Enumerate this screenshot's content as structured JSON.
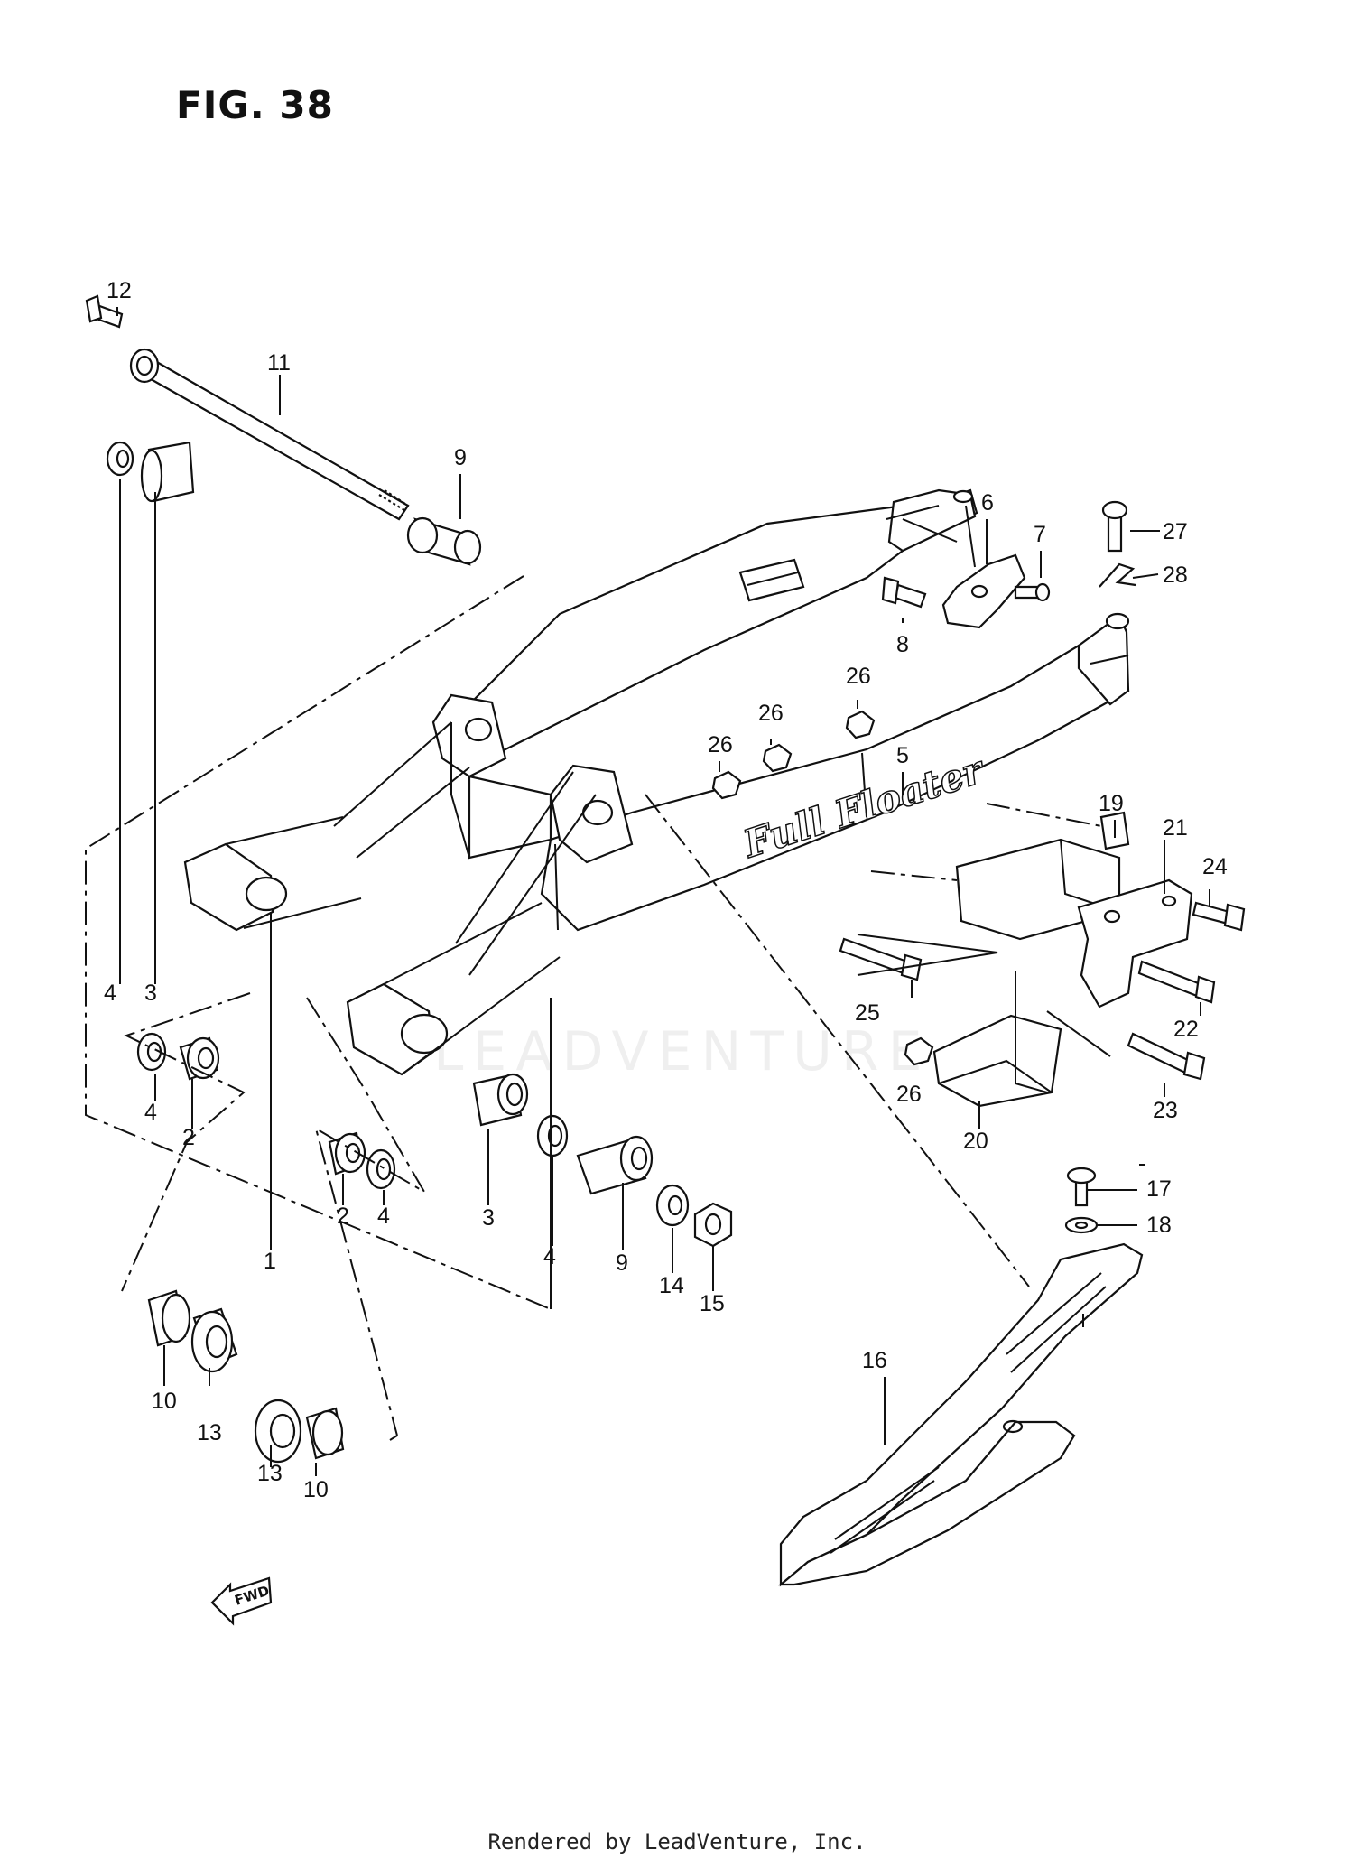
{
  "figure": {
    "title": "FIG. 38"
  },
  "watermark": "LEADVENTURE",
  "arm_decal": "Full Floater",
  "fwd_label": "FWD",
  "footer": "Rendered by LeadVenture, Inc.",
  "callouts": [
    {
      "id": "c1",
      "label": "1"
    },
    {
      "id": "c2a",
      "label": "2"
    },
    {
      "id": "c2b",
      "label": "2"
    },
    {
      "id": "c3a",
      "label": "3"
    },
    {
      "id": "c3b",
      "label": "3"
    },
    {
      "id": "c4a",
      "label": "4"
    },
    {
      "id": "c4b",
      "label": "4"
    },
    {
      "id": "c4c",
      "label": "4"
    },
    {
      "id": "c4d",
      "label": "4"
    },
    {
      "id": "c5",
      "label": "5"
    },
    {
      "id": "c6",
      "label": "6"
    },
    {
      "id": "c7",
      "label": "7"
    },
    {
      "id": "c8",
      "label": "8"
    },
    {
      "id": "c9a",
      "label": "9"
    },
    {
      "id": "c9b",
      "label": "9"
    },
    {
      "id": "c10a",
      "label": "10"
    },
    {
      "id": "c10b",
      "label": "10"
    },
    {
      "id": "c11",
      "label": "11"
    },
    {
      "id": "c12",
      "label": "12"
    },
    {
      "id": "c13a",
      "label": "13"
    },
    {
      "id": "c13b",
      "label": "13"
    },
    {
      "id": "c14",
      "label": "14"
    },
    {
      "id": "c15",
      "label": "15"
    },
    {
      "id": "c16",
      "label": "16"
    },
    {
      "id": "c17",
      "label": "17"
    },
    {
      "id": "c18",
      "label": "18"
    },
    {
      "id": "c19",
      "label": "19"
    },
    {
      "id": "c20",
      "label": "20"
    },
    {
      "id": "c21",
      "label": "21"
    },
    {
      "id": "c22",
      "label": "22"
    },
    {
      "id": "c23",
      "label": "23"
    },
    {
      "id": "c24",
      "label": "24"
    },
    {
      "id": "c25",
      "label": "25"
    },
    {
      "id": "c26a",
      "label": "26"
    },
    {
      "id": "c26b",
      "label": "26"
    },
    {
      "id": "c26c",
      "label": "26"
    },
    {
      "id": "c26d",
      "label": "26"
    },
    {
      "id": "c27",
      "label": "27"
    },
    {
      "id": "c28",
      "label": "28"
    }
  ]
}
